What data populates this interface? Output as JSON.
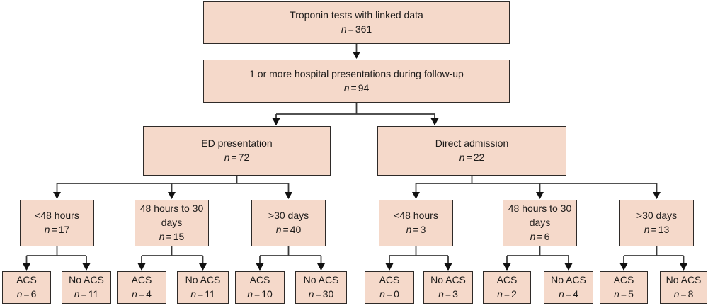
{
  "figure_type": "patient-flow-diagram",
  "n_symbol": "n",
  "n_eq": "=",
  "colors": {
    "background": "#ffffff",
    "box_fill": "#f5d9ca",
    "box_border": "#2e2a28",
    "line": "#3a3a3a",
    "arrow": "#111111",
    "text": "#1d1b1a"
  },
  "nodes": {
    "root": {
      "label": "Troponin tests with linked data",
      "n": "361"
    },
    "followup": {
      "label": "1 or more hospital presentations during follow-up",
      "n": "94"
    },
    "ed": {
      "label": "ED presentation",
      "n": "72"
    },
    "direct": {
      "label": "Direct admission",
      "n": "22"
    },
    "ed_lt48h": {
      "label": "<48 hours",
      "n": "17"
    },
    "ed_48h_30d": {
      "label": "48 hours to 30 days",
      "n": "15"
    },
    "ed_gt30d": {
      "label": ">30 days",
      "n": "40"
    },
    "da_lt48h": {
      "label": "<48 hours",
      "n": "3"
    },
    "da_48h_30d": {
      "label": "48 hours to 30 days",
      "n": "6"
    },
    "da_gt30d": {
      "label": ">30 days",
      "n": "13"
    },
    "ed_lt48h_acs": {
      "label": "ACS",
      "n": "6"
    },
    "ed_lt48h_noacs": {
      "label": "No ACS",
      "n": "11"
    },
    "ed_48h_30d_acs": {
      "label": "ACS",
      "n": "4"
    },
    "ed_48h_30d_noacs": {
      "label": "No ACS",
      "n": "11"
    },
    "ed_gt30d_acs": {
      "label": "ACS",
      "n": "10"
    },
    "ed_gt30d_noacs": {
      "label": "No ACS",
      "n": "30"
    },
    "da_lt48h_acs": {
      "label": "ACS",
      "n": "0"
    },
    "da_lt48h_noacs": {
      "label": "No ACS",
      "n": "3"
    },
    "da_48h_30d_acs": {
      "label": "ACS",
      "n": "2"
    },
    "da_48h_30d_noacs": {
      "label": "No ACS",
      "n": "4"
    },
    "da_gt30d_acs": {
      "label": "ACS",
      "n": "5"
    },
    "da_gt30d_noacs": {
      "label": "No ACS",
      "n": "8"
    }
  }
}
